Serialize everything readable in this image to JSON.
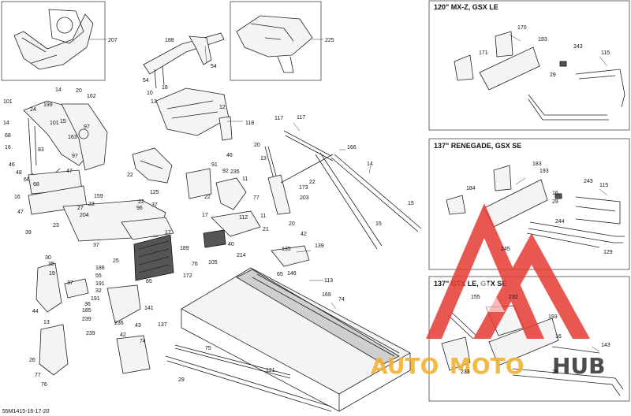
{
  "diagram_code": "55M1415-16-17-20",
  "insets": [
    {
      "title": "120\" MX-Z, GSX LE",
      "labels": [
        "170",
        "193",
        "171",
        "243",
        "115",
        "29"
      ]
    },
    {
      "title": "137\" RENEGADE, GSX SE",
      "labels": [
        "183",
        "193",
        "184",
        "243",
        "16",
        "115",
        "29",
        "244",
        "245",
        "129"
      ]
    },
    {
      "title": "137\" GTX LE, GTX SE",
      "labels": [
        "155",
        "232",
        "193",
        "16",
        "143",
        "233",
        "29"
      ]
    }
  ],
  "main_labels": [
    "207",
    "225",
    "188",
    "54",
    "54",
    "18",
    "10",
    "13",
    "12",
    "118",
    "46",
    "101",
    "14",
    "20",
    "162",
    "24",
    "199",
    "97",
    "101",
    "14",
    "15",
    "68",
    "16",
    "163",
    "83",
    "97",
    "46",
    "48",
    "66",
    "68",
    "47",
    "159",
    "47",
    "39",
    "23",
    "27",
    "204",
    "22",
    "125",
    "91",
    "92",
    "235",
    "11",
    "22",
    "77",
    "11",
    "17",
    "112",
    "21",
    "117",
    "117",
    "20",
    "13",
    "166",
    "14",
    "173",
    "22",
    "203",
    "20",
    "22",
    "15",
    "96",
    "37",
    "17",
    "37",
    "25",
    "30",
    "35",
    "19",
    "186",
    "55",
    "37",
    "191",
    "32",
    "36",
    "185",
    "239",
    "44",
    "189",
    "105",
    "172",
    "214",
    "135",
    "42",
    "139",
    "40",
    "76",
    "65",
    "146",
    "113",
    "141",
    "43",
    "236",
    "65",
    "169",
    "74",
    "137",
    "42",
    "74",
    "75",
    "13",
    "26",
    "239",
    "77",
    "76",
    "121",
    "29"
  ],
  "watermark": {
    "part1": "AUTO",
    "part2": "MOTO",
    "part3": "HUB",
    "color1": "#e63a33",
    "color2": "#f2b233",
    "color3": "#3a3a3a"
  }
}
